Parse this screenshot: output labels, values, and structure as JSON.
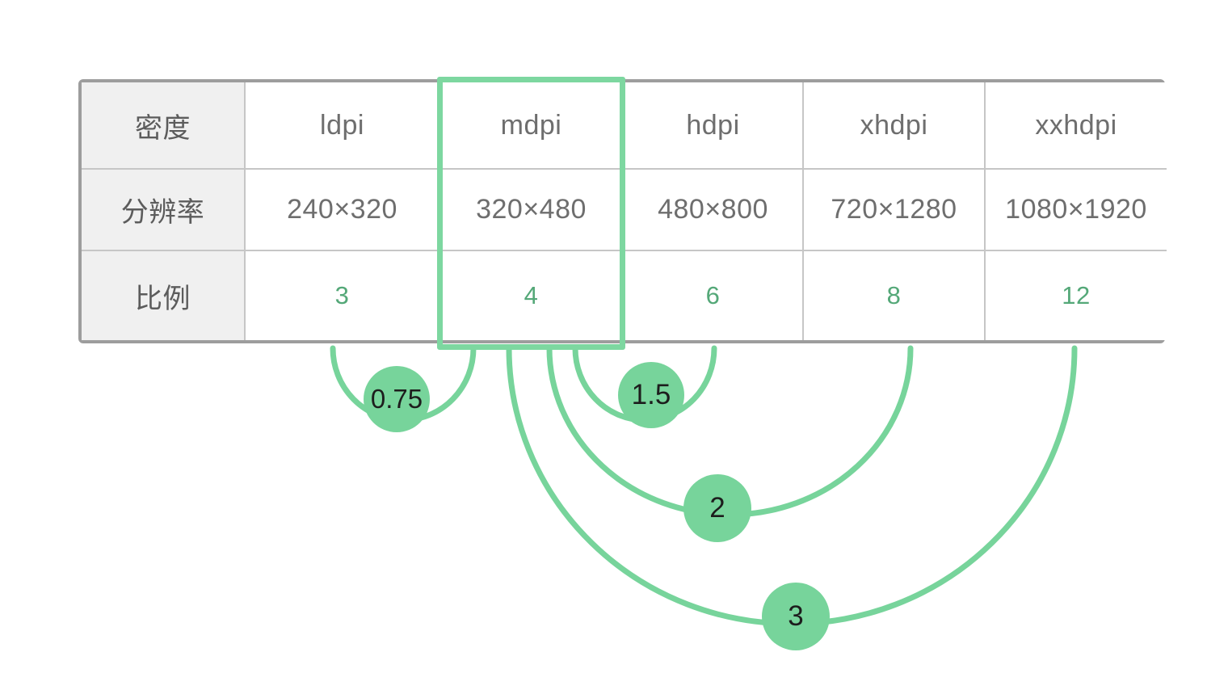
{
  "table": {
    "rows": [
      {
        "label": "密度",
        "values": [
          "ldpi",
          "mdpi",
          "hdpi",
          "xhdpi",
          "xxhdpi"
        ]
      },
      {
        "label": "分辨率",
        "values": [
          "240×320",
          "320×480",
          "480×800",
          "720×1280",
          "1080×1920"
        ]
      },
      {
        "label": "比例",
        "values": [
          "3",
          "4",
          "6",
          "8",
          "12"
        ]
      }
    ],
    "highlighted_column": "mdpi"
  },
  "scale_factors": [
    {
      "label": "0.75",
      "from": "mdpi",
      "to": "ldpi"
    },
    {
      "label": "1.5",
      "from": "mdpi",
      "to": "hdpi"
    },
    {
      "label": "2",
      "from": "mdpi",
      "to": "xhdpi"
    },
    {
      "label": "3",
      "from": "mdpi",
      "to": "xxhdpi"
    }
  ],
  "colors": {
    "accent_green": "#77d49b",
    "highlight_border_green": "#7dd7a0",
    "ratio_text_green": "#54a878",
    "table_outer_border": "#9d9d9d",
    "cell_divider": "#c6c6c6",
    "header_column_bg": "#f0f0f0",
    "table_text_gray": "#6e6e6e",
    "badge_text": "#1d1d1d"
  }
}
